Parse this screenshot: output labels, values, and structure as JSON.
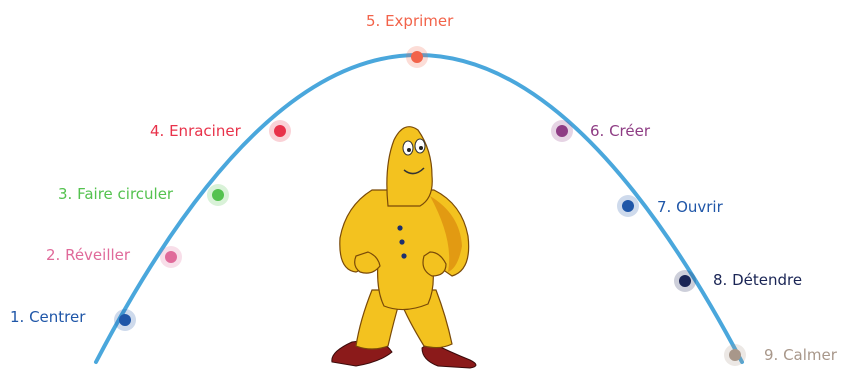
{
  "steps": [
    {
      "label": "1. Centrer",
      "color": "#1f56a8"
    },
    {
      "label": "2. Réveiller",
      "color": "#e06a9a"
    },
    {
      "label": "3. Faire circuler",
      "color": "#54c24f"
    },
    {
      "label": "4. Enraciner",
      "color": "#e8324a"
    },
    {
      "label": "5. Exprimer",
      "color": "#f2634a"
    },
    {
      "label": "6. Créer",
      "color": "#8e3c84"
    },
    {
      "label": "7. Ouvrir",
      "color": "#1f56a8"
    },
    {
      "label": "8. Détendre",
      "color": "#1a2555"
    },
    {
      "label": "9. Calmer",
      "color": "#a8978a"
    }
  ],
  "colors": {
    "arc": "#4aa7dc",
    "character_body": "#f3c21f",
    "character_shade": "#e29a12",
    "shoes": "#8b1a1a"
  }
}
